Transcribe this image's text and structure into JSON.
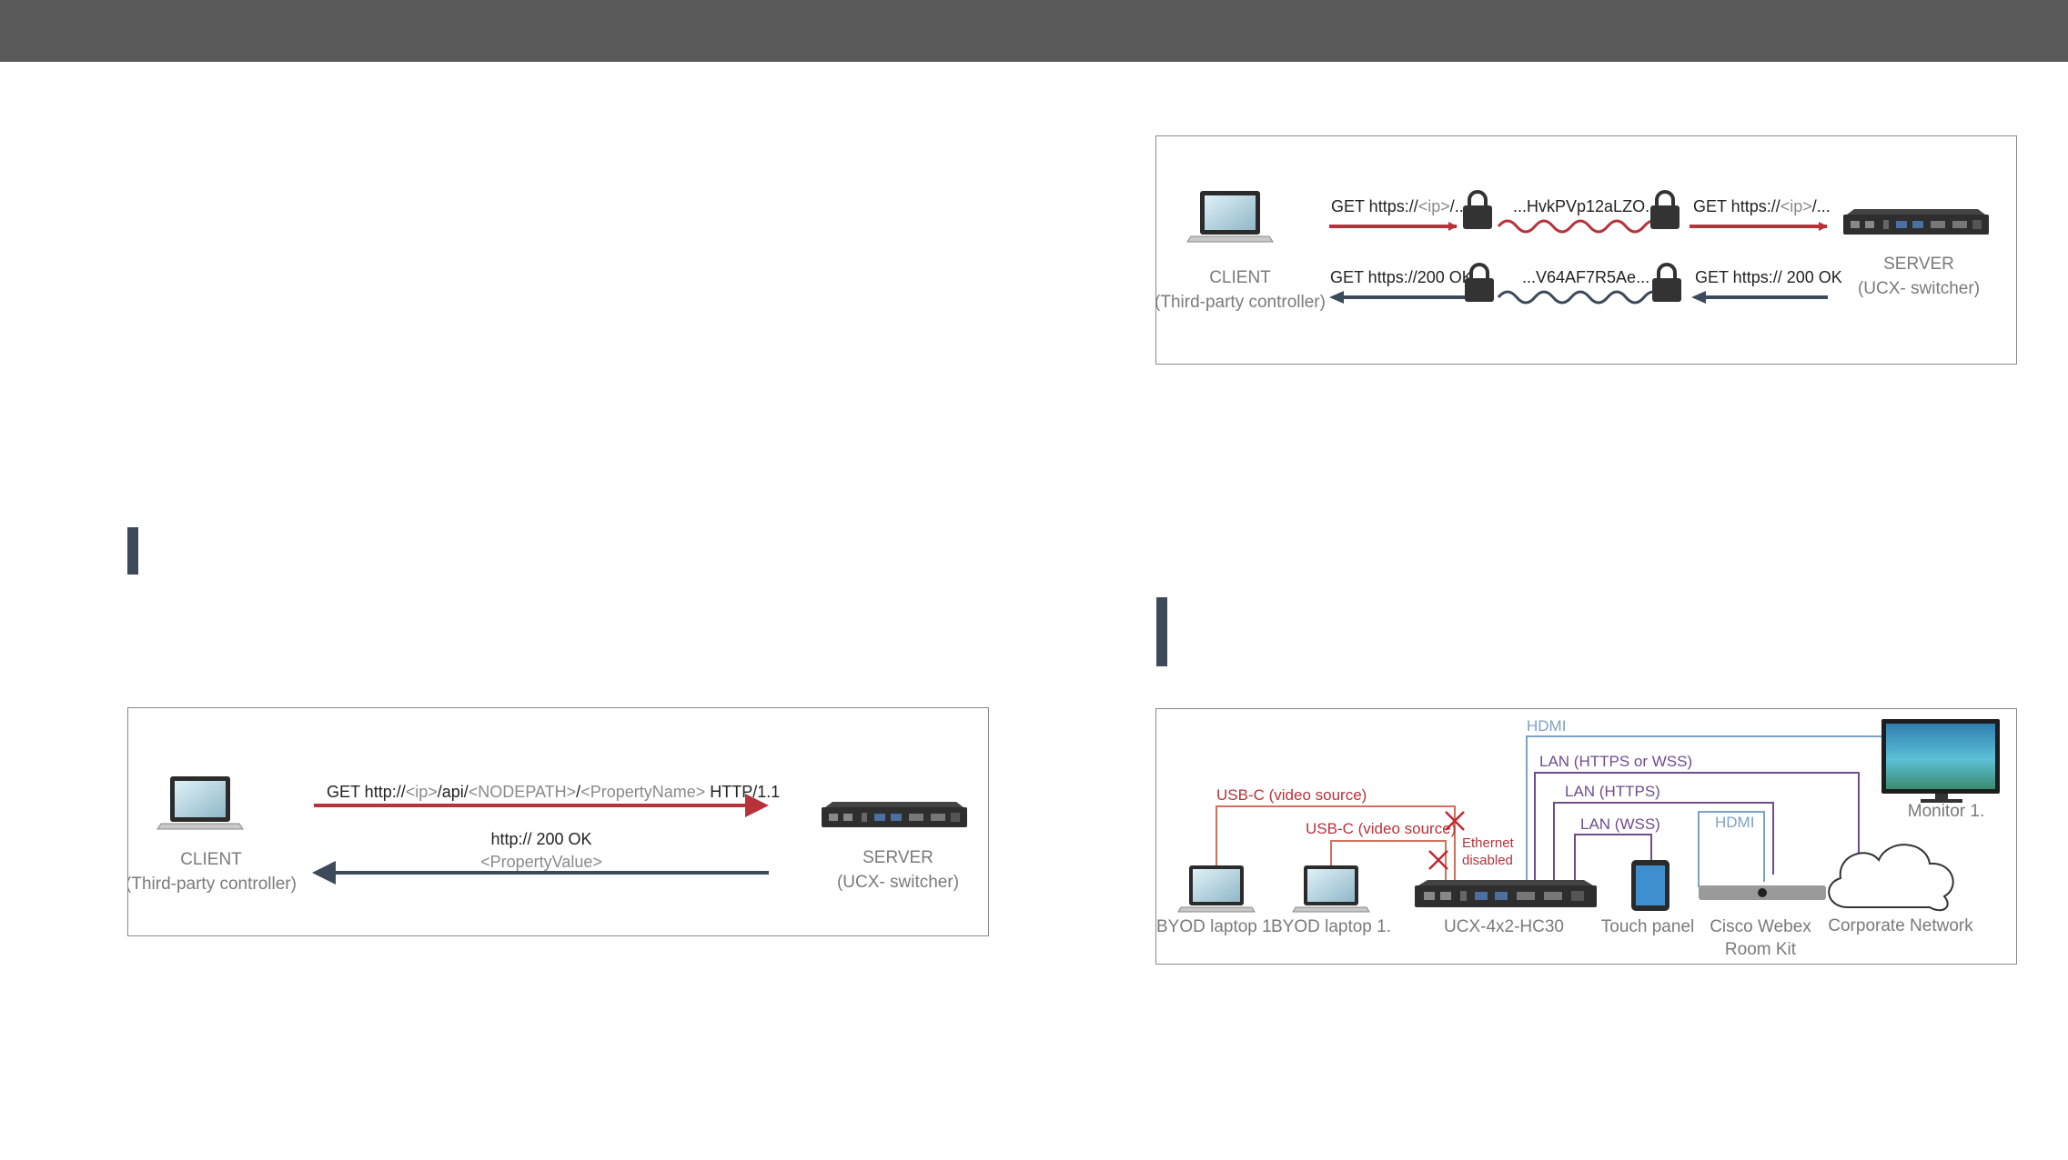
{
  "diagram_http": {
    "request_prefix": "GET http://",
    "request_ip": "<ip>",
    "request_api": "/api/",
    "request_nodepath": "<NODEPATH>",
    "request_slash": "/",
    "request_property": "<PropertyName>",
    "request_suffix": " HTTP/1.1",
    "response_line1": "http:// 200 OK",
    "response_line2": "<PropertyValue>",
    "client_label": "CLIENT",
    "client_sub": "(Third-party controller)",
    "server_label": "SERVER",
    "server_sub": "(UCX- switcher)"
  },
  "diagram_https": {
    "req_left_prefix": "GET https://",
    "req_left_ip": "<ip>",
    "req_left_suffix": "/...",
    "req_encrypted": "...HvkPVp12aLZO...",
    "req_right_prefix": "GET https://",
    "req_right_ip": "<ip>",
    "req_right_suffix": "/...",
    "resp_left": "GET https://200 OK",
    "resp_encrypted": "...V64AF7R5Ae...",
    "resp_right": "GET https:// 200 OK",
    "client_label": "CLIENT",
    "client_sub": "(Third-party controller)",
    "server_label": "SERVER",
    "server_sub": "(UCX- switcher)"
  },
  "diagram_network": {
    "hdmi_top": "HDMI",
    "lan_https_wss": "LAN (HTTPS or WSS)",
    "lan_https": "LAN (HTTPS)",
    "lan_wss": "LAN (WSS)",
    "hdmi_kit": "HDMI",
    "usbc_1": "USB-C (video source)",
    "usbc_2": "USB-C (video source)",
    "eth_1": "Ethernet",
    "eth_2": "disabled",
    "monitor": "Monitor 1.",
    "laptop_1": "BYOD laptop 1.",
    "laptop_2": "BYOD laptop 1.",
    "switcher": "UCX-4x2-HC30",
    "touch_panel": "Touch panel",
    "cisco_1": "Cisco Webex",
    "cisco_2": "Room Kit",
    "corporate": "Corporate Network"
  },
  "colors": {
    "red": "#b7323a",
    "slate": "#3d4a5a",
    "hdmi_blue": "#7ea2c4",
    "lan_purple": "#6f4c8f",
    "usb_orange": "#d0715a"
  }
}
